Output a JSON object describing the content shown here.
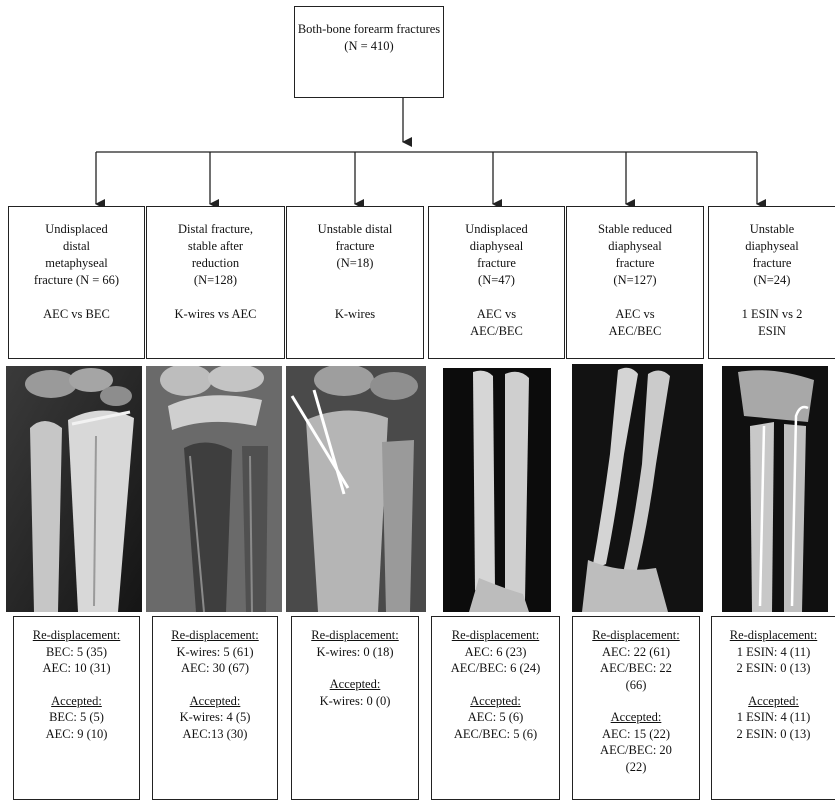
{
  "root": {
    "line1": "Both-bone forearm fractures",
    "line2": "(N = 410)"
  },
  "categories": [
    {
      "title": "Undisplaced\ndistal\nmetaphyseal\nfracture (N = 66)",
      "comparison": "AEC vs BEC",
      "redisp_heading": "Re-displacement:",
      "redisp_lines": [
        "BEC: 5 (35)",
        "AEC: 10  (31)"
      ],
      "accepted_heading": "Accepted:",
      "accepted_lines": [
        "BEC: 5 (5)",
        "AEC: 9 (10)"
      ]
    },
    {
      "title": "Distal fracture,\nstable after\nreduction\n(N=128)",
      "comparison": "K-wires vs AEC",
      "redisp_heading": "Re-displacement:",
      "redisp_lines": [
        "K-wires: 5 (61)",
        "AEC: 30 (67)"
      ],
      "accepted_heading": "Accepted:",
      "accepted_lines": [
        "K-wires: 4 (5)",
        "AEC:13 (30)"
      ]
    },
    {
      "title": "Unstable distal\nfracture\n(N=18)",
      "comparison": "K-wires",
      "redisp_heading": "Re-displacement:",
      "redisp_lines": [
        "K-wires: 0 (18)"
      ],
      "accepted_heading": "Accepted:",
      "accepted_lines": [
        "K-wires: 0 (0)"
      ]
    },
    {
      "title": "Undisplaced\ndiaphyseal\nfracture\n(N=47)",
      "comparison": "AEC vs\nAEC/BEC",
      "redisp_heading": "Re-displacement:",
      "redisp_lines": [
        "AEC: 6 (23)",
        "AEC/BEC: 6 (24)"
      ],
      "accepted_heading": "Accepted:",
      "accepted_lines": [
        "AEC: 5 (6)",
        "AEC/BEC: 5 (6)"
      ]
    },
    {
      "title": "Stable reduced\ndiaphyseal\nfracture\n(N=127)",
      "comparison": "AEC vs\nAEC/BEC",
      "redisp_heading": "Re-displacement:",
      "redisp_lines": [
        "AEC: 22 (61)",
        "AEC/BEC: 22",
        "(66)"
      ],
      "accepted_heading": "Accepted:",
      "accepted_lines": [
        "AEC: 15 (22)",
        "AEC/BEC: 20",
        "(22)"
      ]
    },
    {
      "title": "Unstable\ndiaphyseal\nfracture\n(N=24)",
      "comparison": "1 ESIN vs          2\nESIN",
      "redisp_heading": "Re-displacement:",
      "redisp_lines": [
        "1 ESIN: 4 (11)",
        "2 ESIN: 0 (13)"
      ],
      "accepted_heading": "Accepted:",
      "accepted_lines": [
        "1 ESIN: 4 (11)",
        "2 ESIN: 0 (13)"
      ]
    }
  ],
  "colors": {
    "line": "#222222",
    "xray_bg": "#0a0a0a",
    "bone": "#d8d8d8",
    "implant": "#ffffff"
  }
}
